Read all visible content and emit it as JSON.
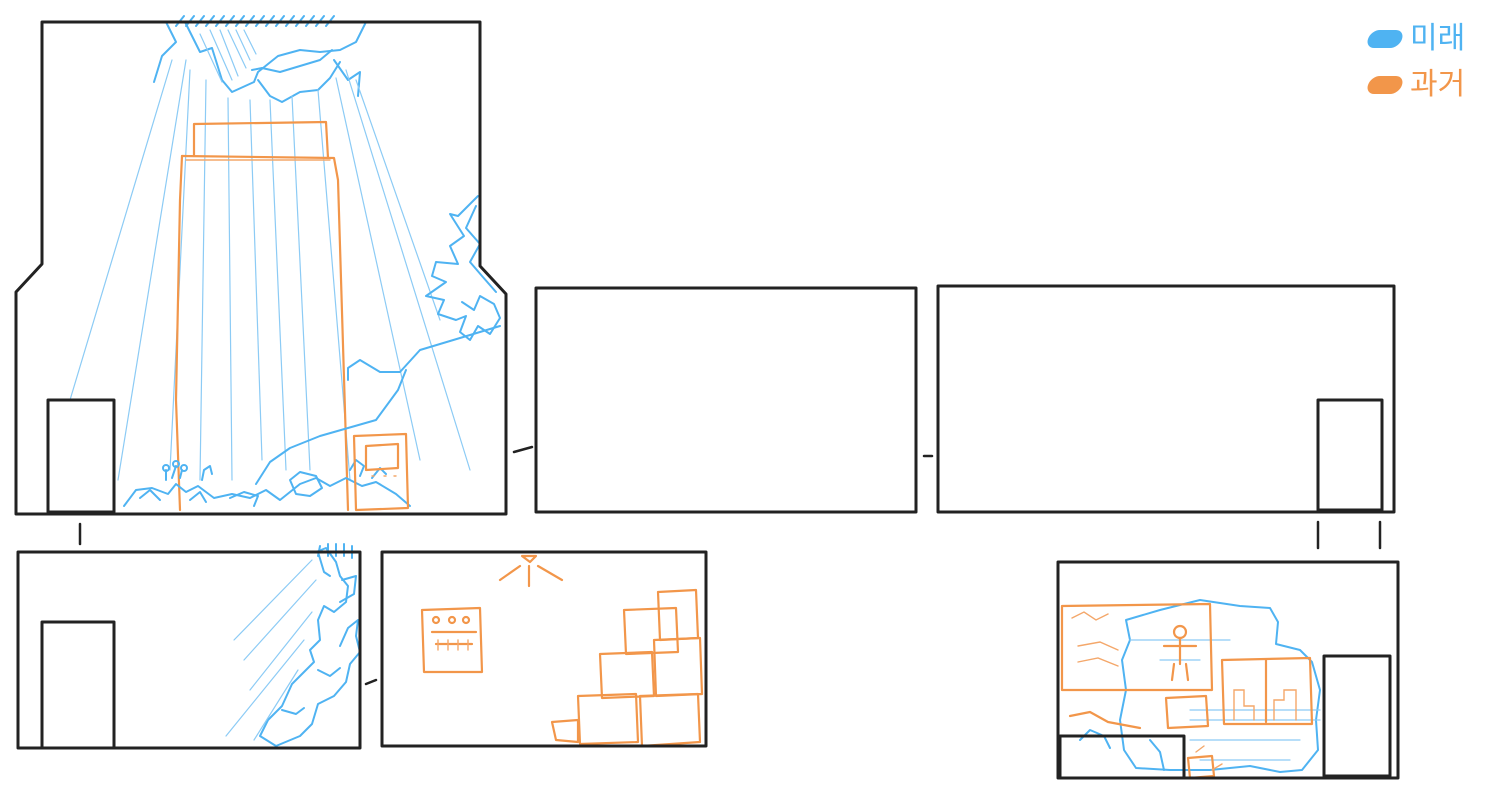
{
  "legend": {
    "future": {
      "label": "미래",
      "color": "#4fb3f2"
    },
    "past": {
      "label": "과거",
      "color": "#f2964a"
    }
  },
  "colors": {
    "outline": "#222222",
    "background": "#ffffff"
  },
  "rooms": [
    {
      "id": "main-hall",
      "marks": [
        "door",
        "ruined-ceiling",
        "light-beams",
        "tall-structure",
        "plants",
        "machine"
      ]
    },
    {
      "id": "middle-room",
      "marks": []
    },
    {
      "id": "right-room",
      "marks": [
        "door"
      ]
    },
    {
      "id": "lower-left-room",
      "marks": [
        "door",
        "broken-wall"
      ]
    },
    {
      "id": "lower-middle-room",
      "marks": [
        "ceiling-lamp",
        "control-panel",
        "crate-stack"
      ]
    },
    {
      "id": "lower-right-room",
      "marks": [
        "door",
        "screen",
        "window",
        "desk"
      ]
    }
  ]
}
